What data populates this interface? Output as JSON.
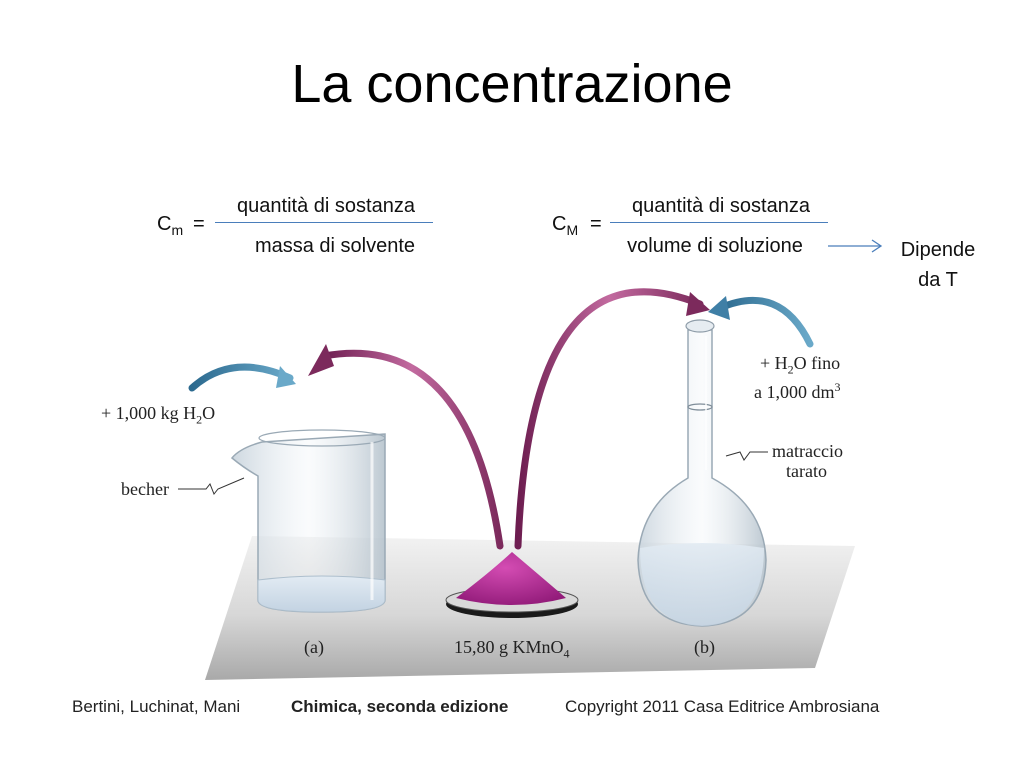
{
  "slide": {
    "title": "La concentrazione"
  },
  "formula_molal": {
    "symbol": "C",
    "subscript": "m",
    "equals": "=",
    "numerator": "quantità di sostanza",
    "denominator": "massa di solvente"
  },
  "formula_molar": {
    "symbol": "C",
    "subscript": "M",
    "equals": "=",
    "numerator": "quantità di sostanza",
    "denominator": "volume di soluzione",
    "note_line1": "Dipende",
    "note_line2": "da T"
  },
  "illustration": {
    "water_kg_a": "+ 1,000 kg H",
    "water_kg_sub": "2",
    "water_kg_b": "O",
    "becher_label": "becher",
    "water_fill_a": "+ H",
    "water_fill_sub": "2",
    "water_fill_b": "O fino",
    "water_vol_a": "a 1,000 dm",
    "water_vol_sup": "3",
    "flask_label_1": "matraccio",
    "flask_label_2": "tarato",
    "caption_a": "(a)",
    "caption_b": "(b)",
    "mass_a": "15,80 g KMnO",
    "mass_sub": "4"
  },
  "footer": {
    "authors": "Bertini, Luchinat, Mani",
    "book": "Chimica, seconda edizione",
    "copyright": "Copyright 2011 Casa Editrice Ambrosiana"
  },
  "colors": {
    "accent_line": "#4a7ebb",
    "blue_arrow": "#3f7fa6",
    "magenta_arrow": "#a33a7a",
    "powder": "#b0248f"
  }
}
